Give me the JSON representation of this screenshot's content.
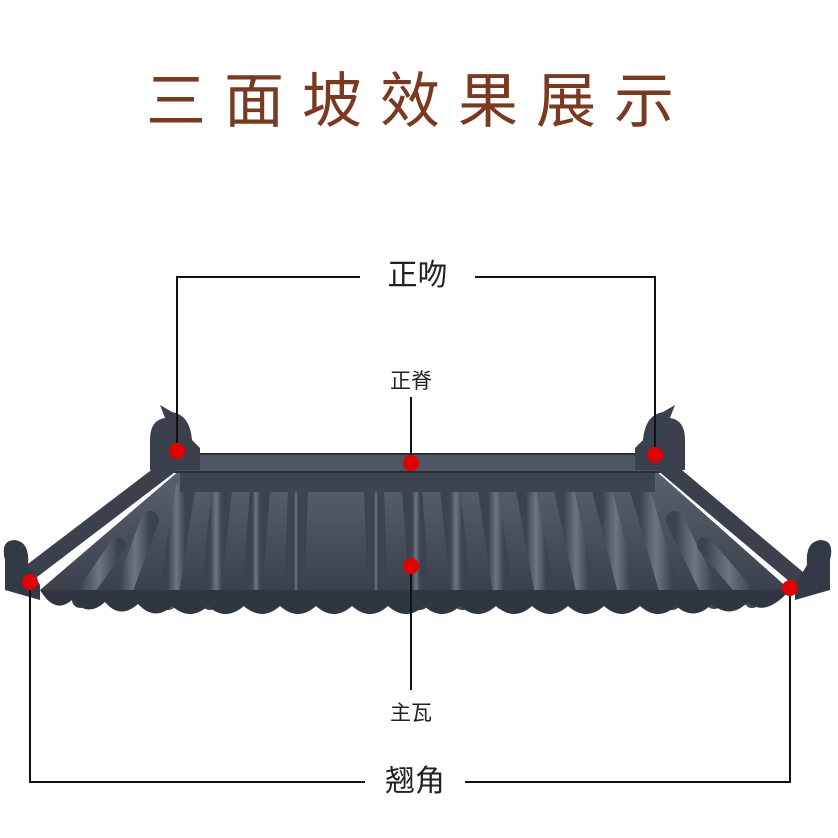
{
  "title": "三面坡效果展示",
  "labels": {
    "zhengwen": "正吻",
    "zhengji": "正脊",
    "zhuwa": "主瓦",
    "qiaojiao": "翘角"
  },
  "colors": {
    "title": "#7a3a22",
    "roof": "#4a5361",
    "roof_dark": "#2f3640",
    "marker": "#e00000",
    "line": "#111111"
  }
}
